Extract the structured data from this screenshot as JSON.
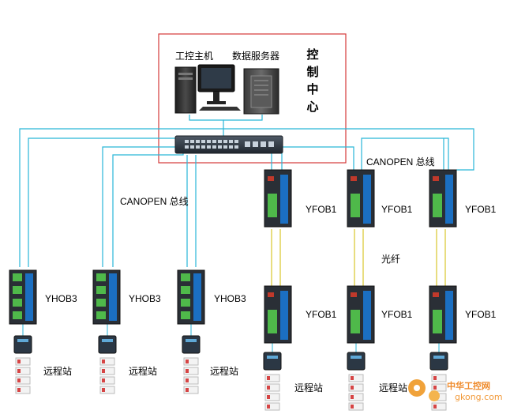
{
  "control_center": {
    "label": "控制中心",
    "chars": [
      "控",
      "制",
      "中",
      "心"
    ],
    "workstation_label": "工控主机",
    "server_label": "数据服务器"
  },
  "labels": {
    "canopen_left": "CANOPEN 总线",
    "canopen_right": "CANOPEN 总线",
    "fiber": "光纤",
    "yhob": "YHOB3",
    "yfob": "YFOB1",
    "remote_station": "远程站"
  },
  "yhob_units": [
    {
      "label": "YHOB3"
    },
    {
      "label": "YHOB3"
    },
    {
      "label": "YHOB3"
    }
  ],
  "yfob_top_units": [
    {
      "label": "YFOB1"
    },
    {
      "label": "YFOB1"
    },
    {
      "label": "YFOB1"
    }
  ],
  "yfob_bottom_units": [
    {
      "label": "YFOB1"
    },
    {
      "label": "YFOB1"
    },
    {
      "label": "YFOB1"
    }
  ],
  "watermark": {
    "line1": "中华工控网",
    "line2": "gkong.com"
  },
  "colors": {
    "cable": "#29b6d8",
    "fiber": "#d9c62a",
    "control_border": "#d43a3a",
    "device_blue": "#1b6fc2",
    "device_dark": "#2a2f36",
    "terminal_green": "#4fb94a"
  }
}
